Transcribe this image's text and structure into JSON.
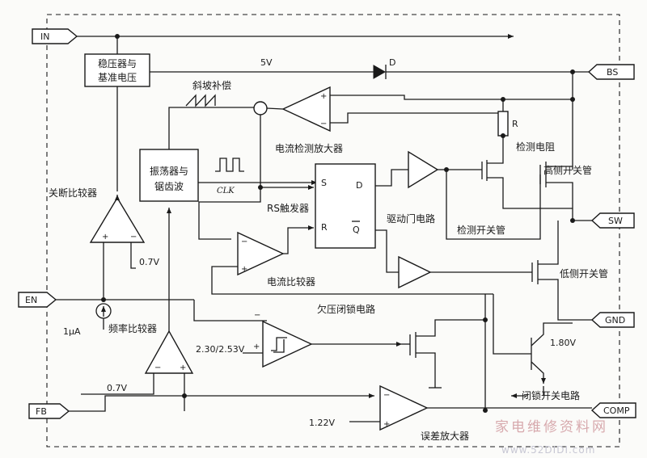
{
  "pins": {
    "in": "IN",
    "en": "EN",
    "fb": "FB",
    "bs": "BS",
    "sw": "SW",
    "gnd": "GND",
    "comp": "COMP"
  },
  "blocks": {
    "regulator_line1": "稳压器与",
    "regulator_line2": "基准电压",
    "oscillator_line1": "振荡器与",
    "oscillator_line2": "锯齿波",
    "rs_s": "S",
    "rs_d": "D",
    "rs_r": "R",
    "rs_q": "Q"
  },
  "labels": {
    "five_v": "5V",
    "diode_d": "D",
    "slope_comp": "斜坡补偿",
    "current_sense_amp": "电流检测放大器",
    "sense_resistor": "检测电阻",
    "resistor_r": "R",
    "high_side_switch": "高侧开关管",
    "shutdown_comparator": "关断比较器",
    "clk": "CLK",
    "rs_flipflop": "RS触发器",
    "gate_driver": "驱动门电路",
    "sense_switch": "检测开关管",
    "v_07_top": "0.7V",
    "current_comparator": "电流比较器",
    "low_side_switch": "低侧开关管",
    "uvlo": "欠压闭锁电路",
    "current_source": "1μA",
    "freq_comparator": "频率比较器",
    "uvlo_ref": "2.30/2.53V",
    "v_180": "1.80V",
    "v_07_bottom": "0.7V",
    "lockout_switch": "闭锁开关电路",
    "v_122": "1.22V",
    "error_amp": "误差放大器",
    "plus": "+",
    "minus": "−"
  },
  "watermark": {
    "text": "家电维修资料网",
    "url": "www.52DIDI.com"
  }
}
